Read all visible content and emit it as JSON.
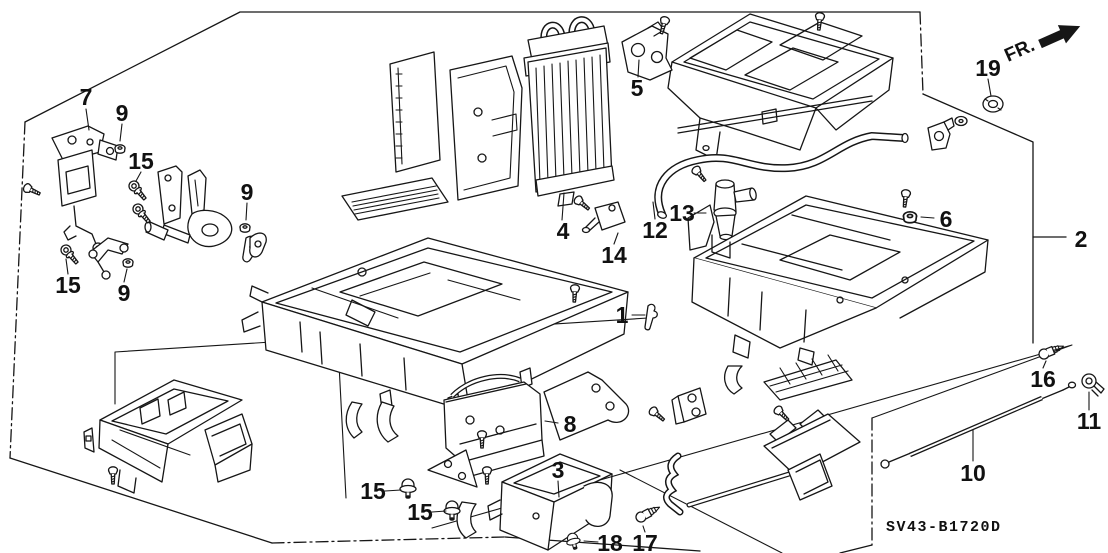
{
  "diagram": {
    "code": "SV43-B1720D",
    "direction_label": "FR.",
    "type": "exploded-parts-diagram",
    "subject": "heater unit assembly",
    "callouts": [
      {
        "label": "7"
      },
      {
        "label": "9"
      },
      {
        "label": "15"
      },
      {
        "label": "9"
      },
      {
        "label": "15"
      },
      {
        "label": "9"
      },
      {
        "label": "5"
      },
      {
        "label": "4"
      },
      {
        "label": "14"
      },
      {
        "label": "12"
      },
      {
        "label": "13"
      },
      {
        "label": "19"
      },
      {
        "label": "6"
      },
      {
        "label": "2"
      },
      {
        "label": "1"
      },
      {
        "label": "16"
      },
      {
        "label": "11"
      },
      {
        "label": "8"
      },
      {
        "label": "3"
      },
      {
        "label": "15"
      },
      {
        "label": "15"
      },
      {
        "label": "18"
      },
      {
        "label": "17"
      },
      {
        "label": "10"
      }
    ]
  }
}
